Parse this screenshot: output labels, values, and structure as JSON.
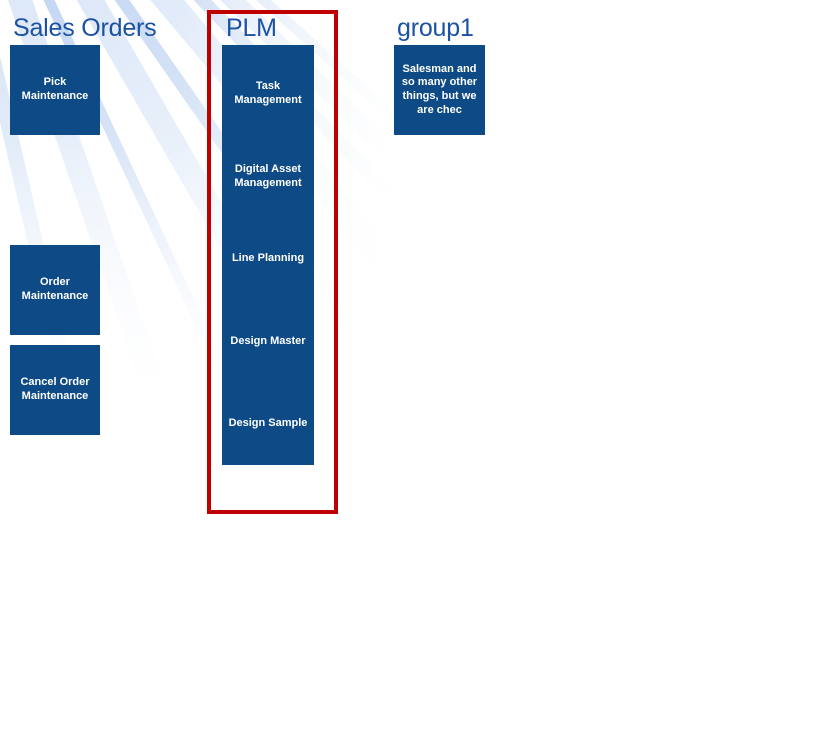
{
  "colors": {
    "title_text": "#1B52A3",
    "tile_background": "#0E4B86",
    "tile_text": "#FFFFFF",
    "highlight_border": "#C00000",
    "beam_blue": "#ADC7EE"
  },
  "sections": {
    "sales_orders": {
      "title": "Sales Orders",
      "tiles": [
        {
          "label": "Pick\nMaintenance"
        },
        {
          "label": "Order\nMaintenance"
        },
        {
          "label": "Cancel Order\nMaintenance"
        }
      ]
    },
    "plm": {
      "title": "PLM",
      "highlighted": true,
      "tiles": [
        {
          "label": "Task\nManagement"
        },
        {
          "label": "Digital Asset\nManagement"
        },
        {
          "label": "Line Planning"
        },
        {
          "label": "Design Master"
        },
        {
          "label": "Design Sample"
        }
      ]
    },
    "group1": {
      "title": "group1",
      "tiles": [
        {
          "label": "Salesman and\nso many other\nthings, but we\nare chec"
        }
      ]
    }
  }
}
